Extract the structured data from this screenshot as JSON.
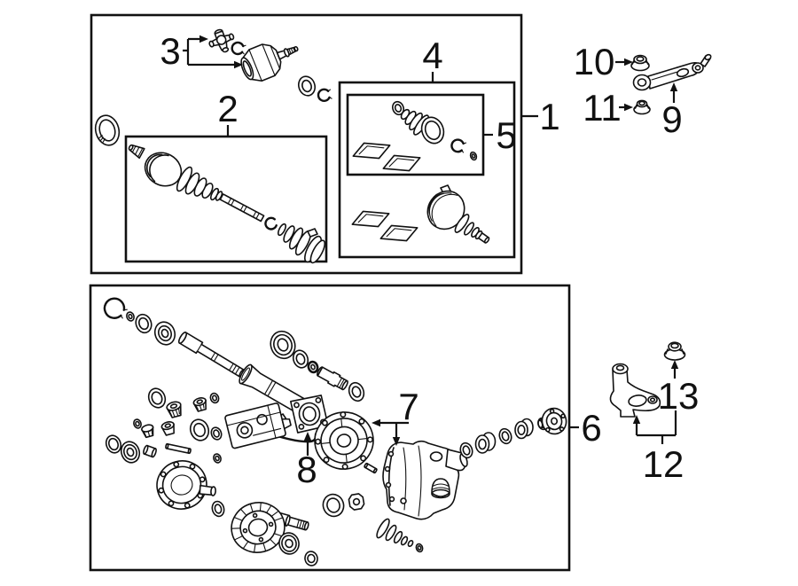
{
  "figure": {
    "kind": "exploded-parts-diagram",
    "background_color": "#ffffff",
    "line_color": "#111111"
  },
  "diagram": {
    "callouts": [
      {
        "id": "1",
        "label": "1"
      },
      {
        "id": "2",
        "label": "2"
      },
      {
        "id": "3",
        "label": "3"
      },
      {
        "id": "4",
        "label": "4"
      },
      {
        "id": "5",
        "label": "5"
      },
      {
        "id": "6",
        "label": "6"
      },
      {
        "id": "7",
        "label": "7"
      },
      {
        "id": "8",
        "label": "8"
      },
      {
        "id": "9",
        "label": "9"
      },
      {
        "id": "10",
        "label": "10"
      },
      {
        "id": "11",
        "label": "11"
      },
      {
        "id": "12",
        "label": "12"
      },
      {
        "id": "13",
        "label": "13"
      }
    ]
  }
}
